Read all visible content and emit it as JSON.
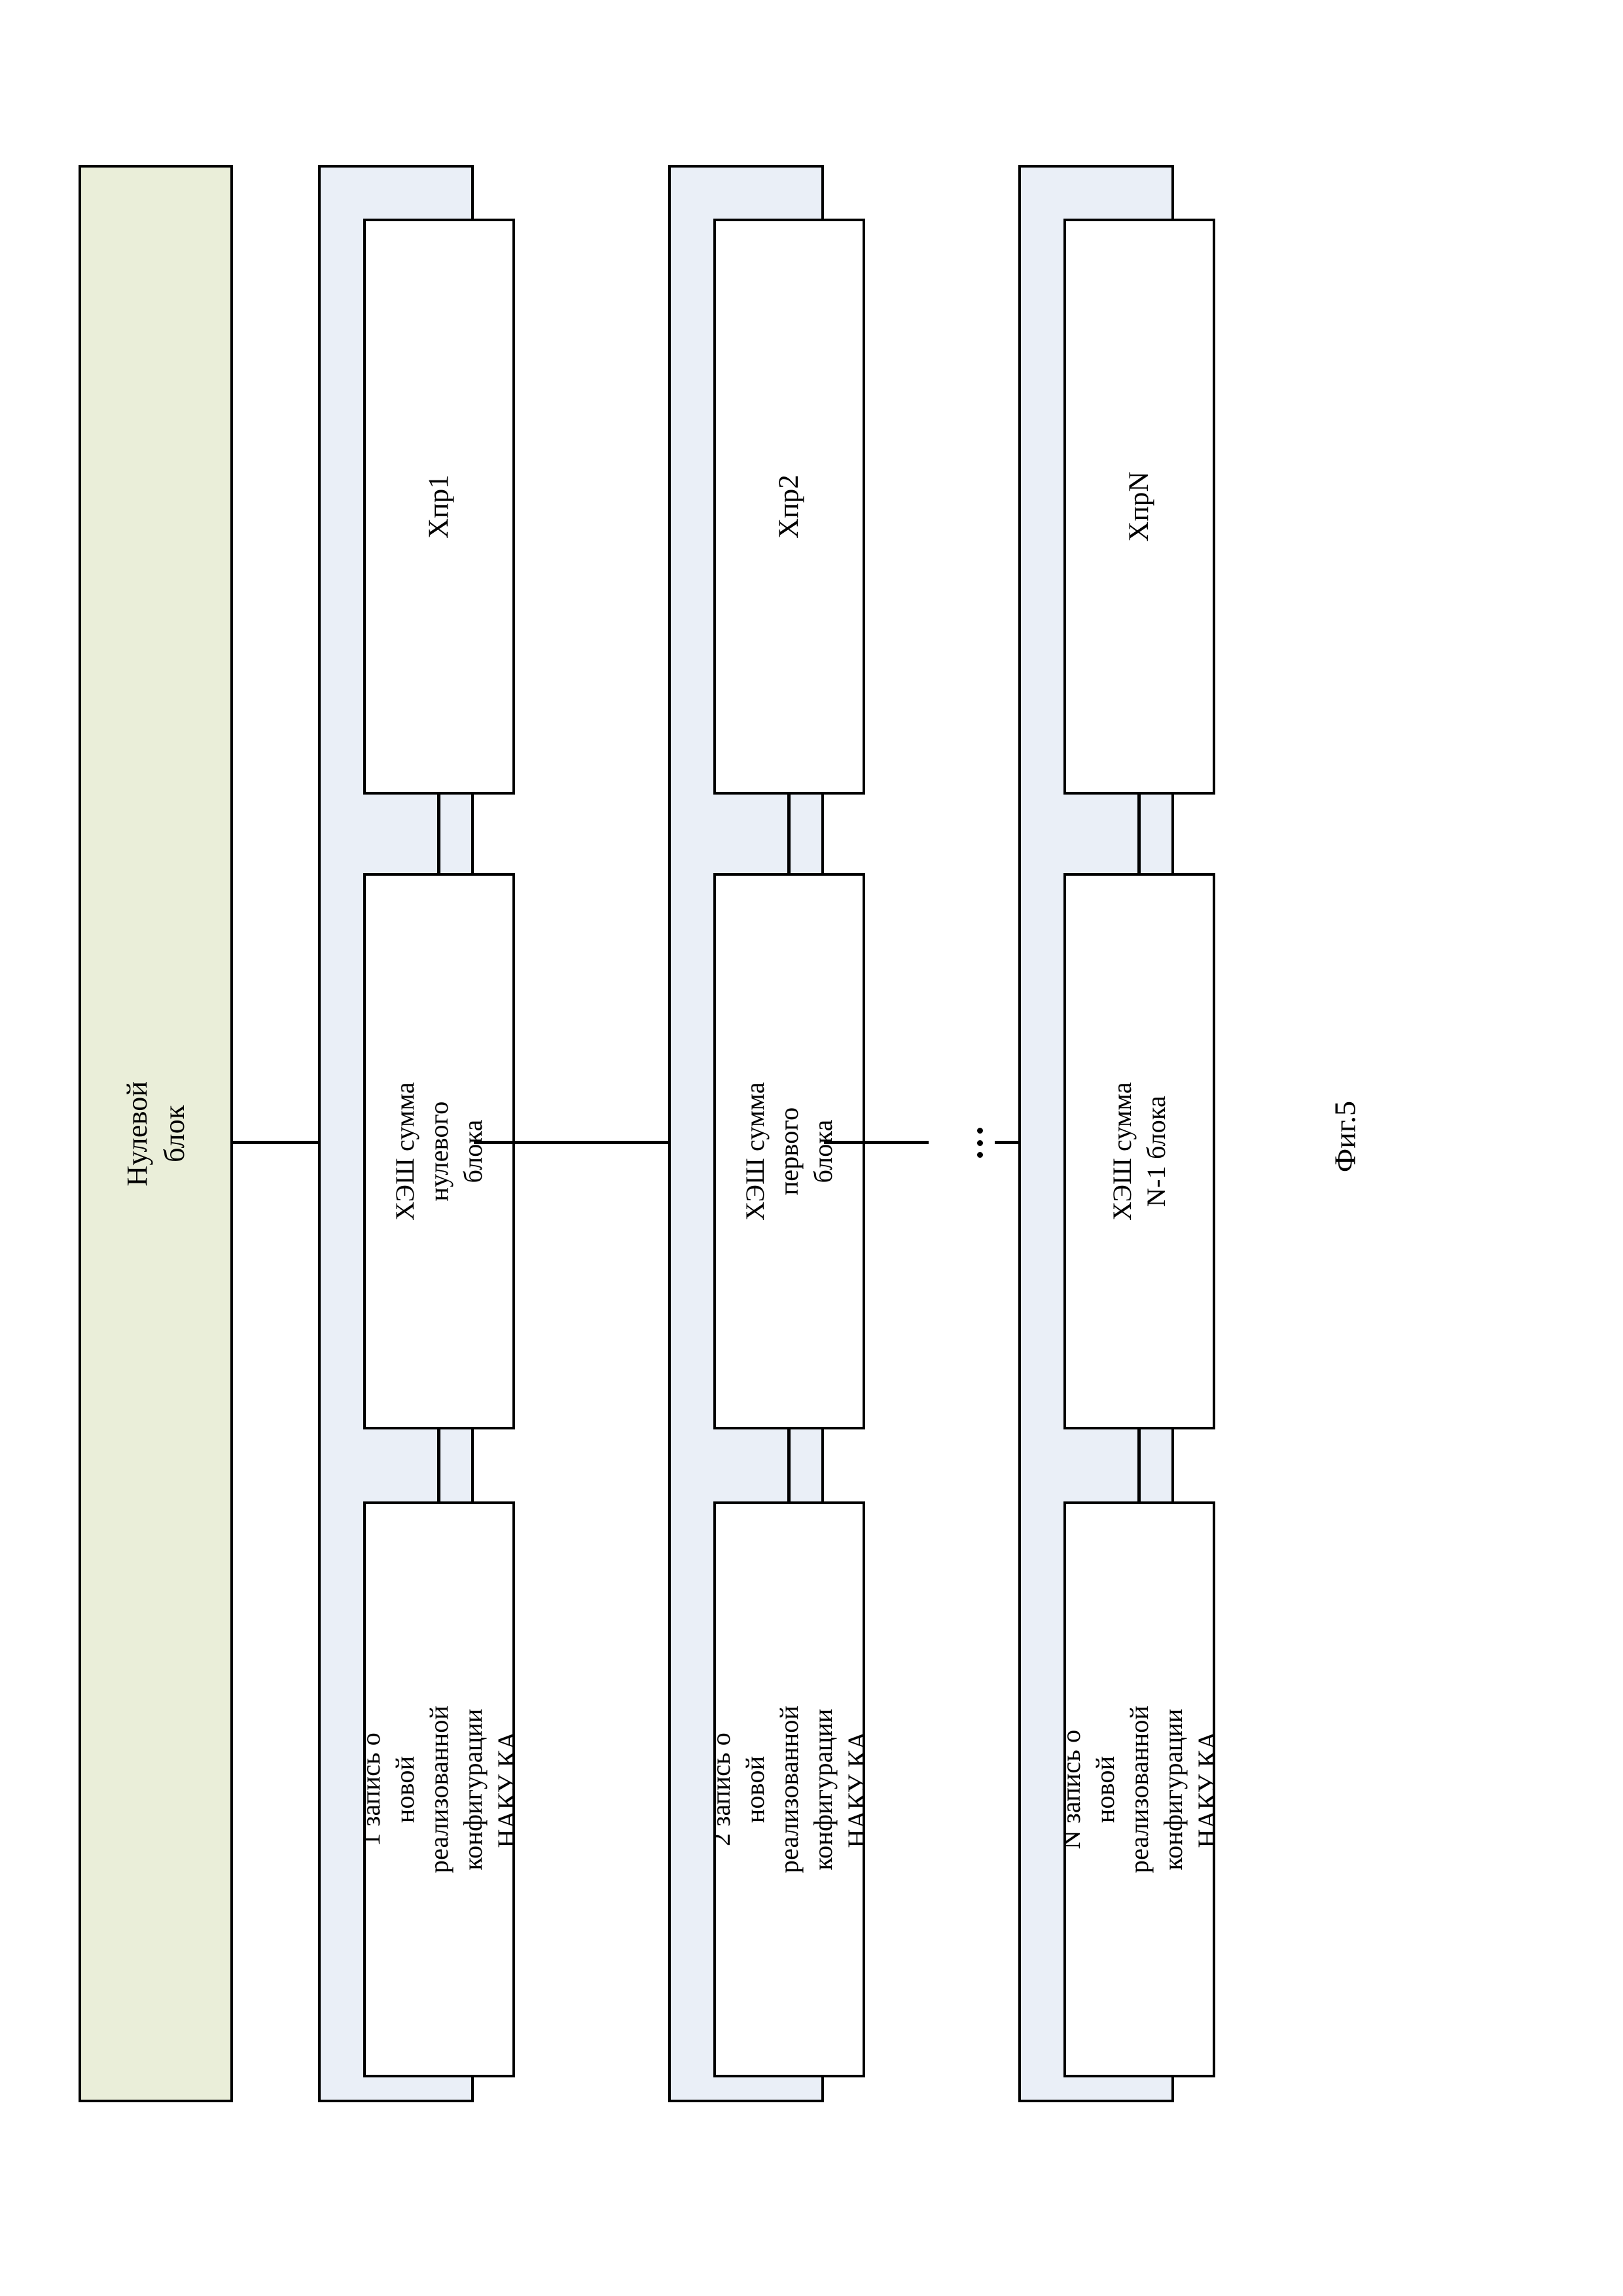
{
  "figure": {
    "caption": "Фиг.5",
    "orientation": "rotated-90-ccw",
    "page_background": "#ffffff"
  },
  "colors": {
    "genesis_block_fill": "#eaeed9",
    "block_container_fill": "#eaeff7",
    "inner_box_fill": "#ffffff",
    "stroke": "#000000"
  },
  "chain": {
    "genesis": {
      "label": "Нулевой блок"
    },
    "blocks": [
      {
        "hash_pointer": "Хпр1",
        "hash_sum": "ХЭШ сумма нулевого блока",
        "record": "1 запись о новой\nреализованной конфигурации\nНАКУ КА"
      },
      {
        "hash_pointer": "Хпр2",
        "hash_sum": "ХЭШ сумма первого блока",
        "record": "2 запись о новой\nреализованной конфигурации\nНАКУ КА"
      },
      {
        "hash_pointer": "ХпрN",
        "hash_sum": "ХЭШ сумма N-1 блока",
        "record": "N запись о новой\nреализованной конфигурации\nНАКУ КА"
      }
    ],
    "continuation_marker": "⋮"
  }
}
